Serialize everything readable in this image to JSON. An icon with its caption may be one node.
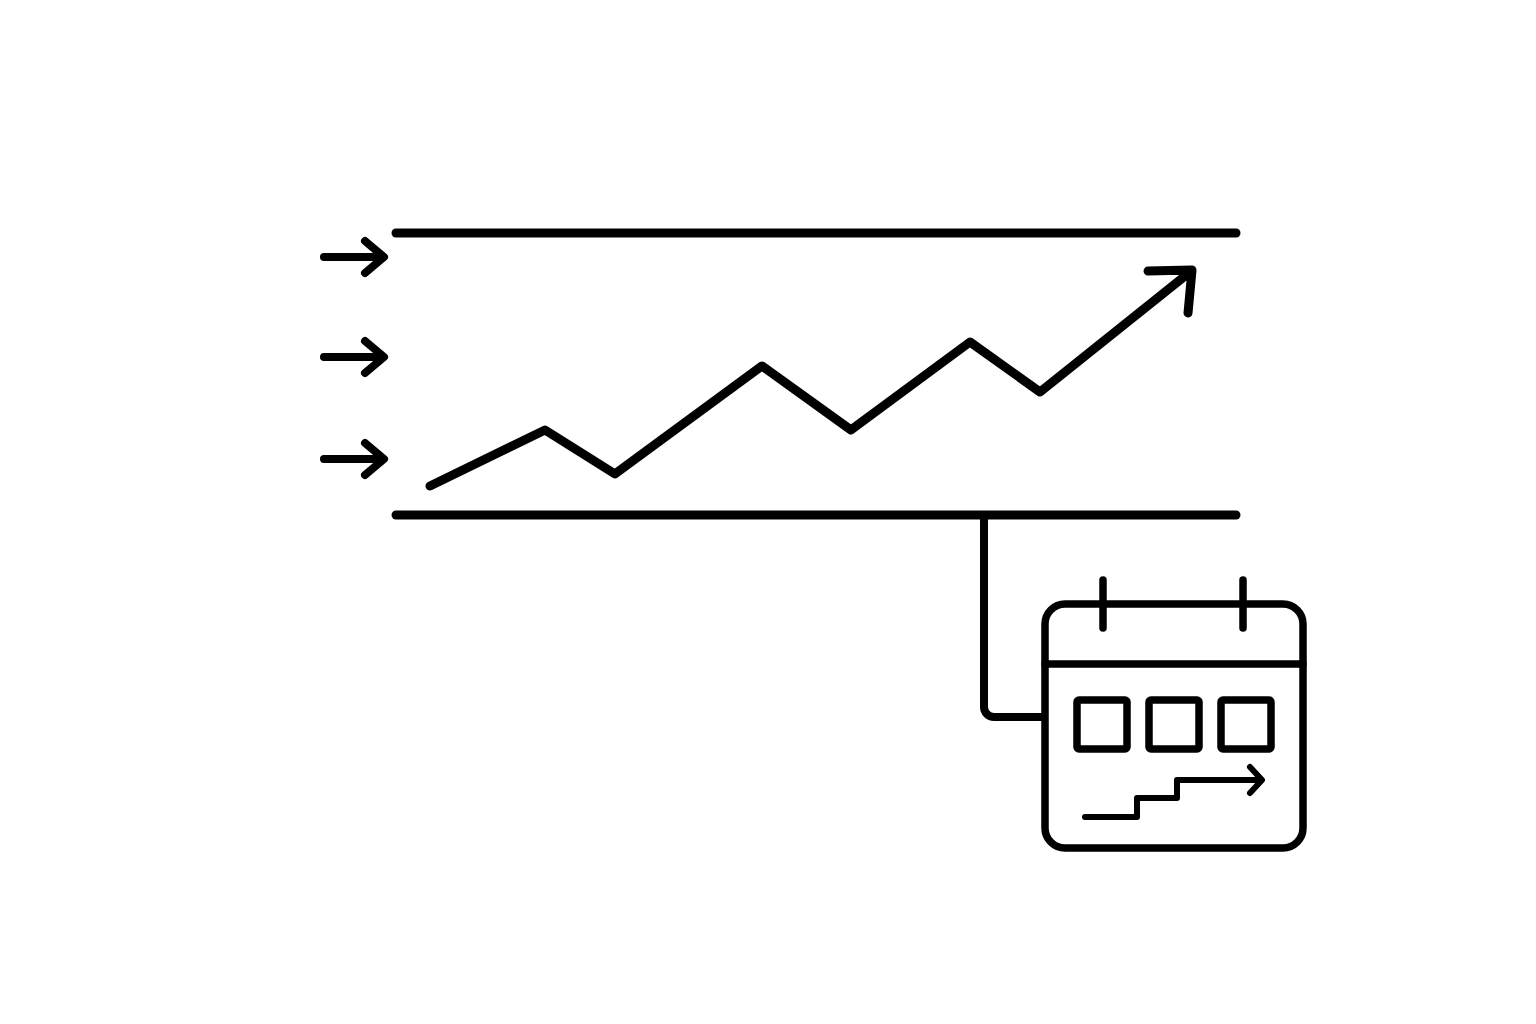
{
  "diagram": {
    "nodes": [
      {
        "text": [],
        "shape": "band"
      },
      {
        "text": [],
        "shape": "picture"
      }
    ],
    "edges": [
      {
        "from": null,
        "to": 0,
        "arrow": "to"
      },
      {
        "from": null,
        "to": 0,
        "arrow": "to"
      },
      {
        "from": null,
        "to": 0,
        "arrow": "to"
      },
      {
        "from": 0,
        "to": 1,
        "arrow": "none"
      }
    ]
  }
}
